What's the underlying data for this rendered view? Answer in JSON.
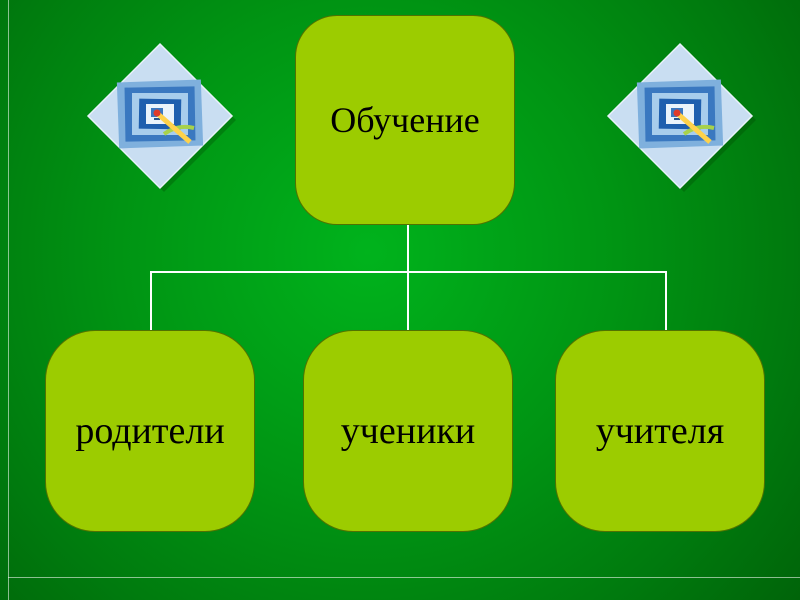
{
  "slide": {
    "background_color": "#009413",
    "frame_line_color": "#ffffff",
    "node_fill_color": "#9ccc00",
    "connector_color": "#ffffff",
    "text_color": "#000000",
    "clipart_diamond_color": "#c9def2"
  },
  "diagram": {
    "type": "tree",
    "root": {
      "label": "Обучение"
    },
    "children": [
      {
        "label": "родители"
      },
      {
        "label": "ученики"
      },
      {
        "label": "учителя"
      }
    ]
  },
  "icons": {
    "left_clipart": "framed-picture-diamond-icon",
    "right_clipart": "framed-picture-diamond-icon"
  }
}
